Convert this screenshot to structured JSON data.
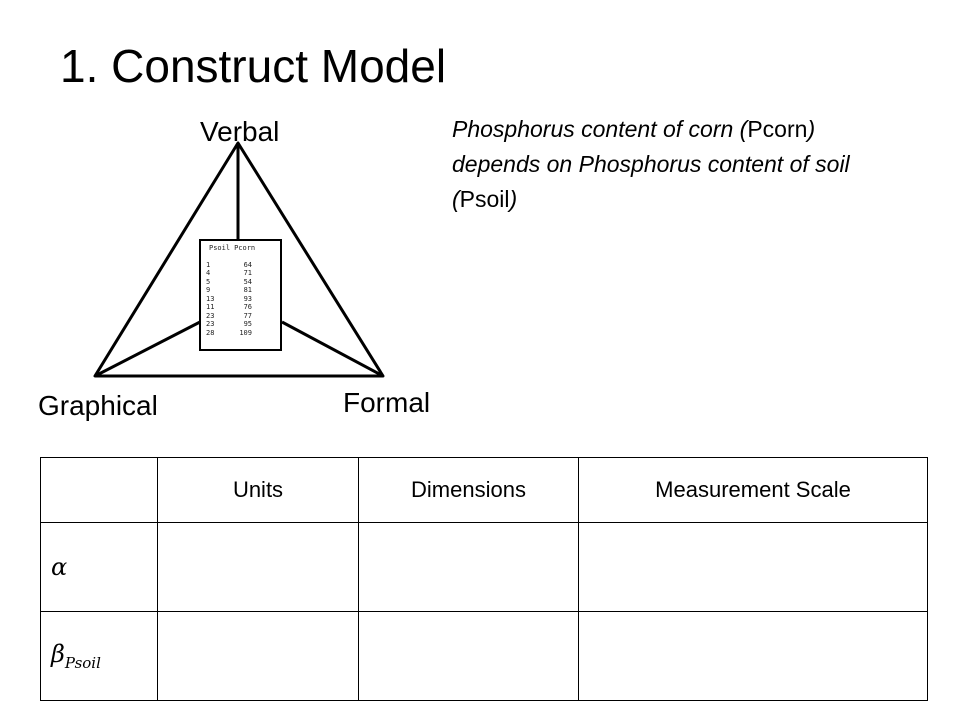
{
  "slide": {
    "title": "1. Construct Model"
  },
  "diagram": {
    "vertices": {
      "top": "Verbal",
      "left": "Graphical",
      "right": "Formal"
    },
    "data_table": {
      "headers": [
        "Psoil",
        "Pcorn"
      ],
      "rows": [
        [
          "1",
          "64"
        ],
        [
          "4",
          "71"
        ],
        [
          "5",
          "54"
        ],
        [
          "9",
          "81"
        ],
        [
          "13",
          "93"
        ],
        [
          "11",
          "76"
        ],
        [
          "23",
          "77"
        ],
        [
          "23",
          "95"
        ],
        [
          "28",
          "109"
        ]
      ]
    }
  },
  "verbal_description": {
    "part1": "Phosphorus content of corn (",
    "var1": "Pcorn",
    "part2": ") depends on Phosphorus content of soil (",
    "var2": "Psoil",
    "part3": ")"
  },
  "parameter_table": {
    "columns": [
      "",
      "Units",
      "Dimensions",
      "Measurement Scale"
    ],
    "rows": [
      {
        "symbol": "α",
        "subscript": ""
      },
      {
        "symbol": "β",
        "subscript": "Psoil"
      }
    ]
  }
}
